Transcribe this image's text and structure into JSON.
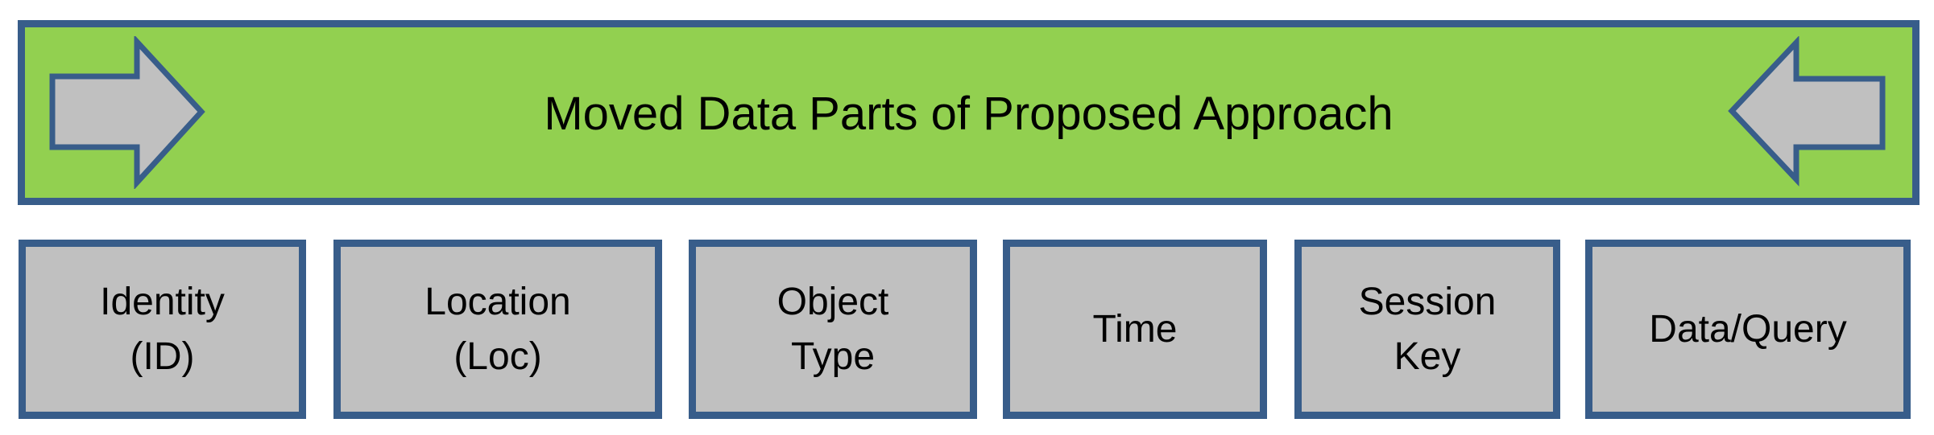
{
  "banner": {
    "title": "Moved Data Parts of Proposed Approach",
    "left_icon": "arrow-right-icon",
    "right_icon": "arrow-left-icon"
  },
  "boxes": [
    {
      "label": "Identity\n(ID)"
    },
    {
      "label": "Location\n(Loc)"
    },
    {
      "label": "Object\nType"
    },
    {
      "label": "Time"
    },
    {
      "label": "Session\nKey"
    },
    {
      "label": "Data/Query"
    }
  ],
  "colors": {
    "banner_fill": "#92D050",
    "shape_border": "#385D8A",
    "box_fill": "#C0C0C0",
    "text": "#000000"
  }
}
